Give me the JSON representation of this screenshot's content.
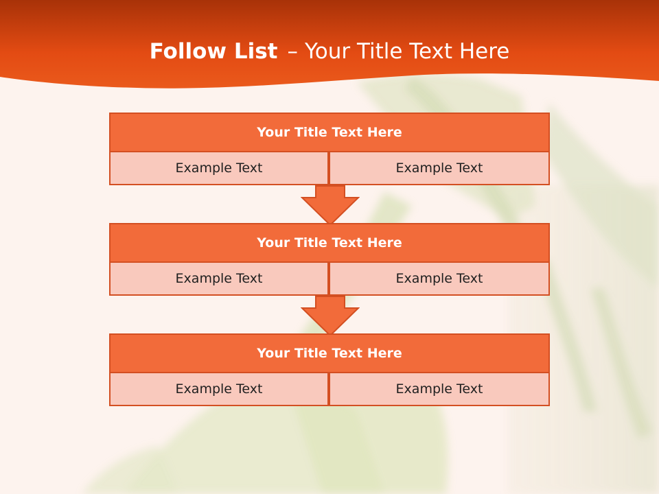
{
  "slide": {
    "title_bold": "Follow List",
    "title_separator": "–",
    "title_rest": "Your Title Text Here"
  },
  "blocks": [
    {
      "title": "Your Title Text Here",
      "left": "Example Text",
      "right": "Example Text"
    },
    {
      "title": "Your Title Text Here",
      "left": "Example Text",
      "right": "Example Text"
    },
    {
      "title": "Your Title Text Here",
      "left": "Example Text",
      "right": "Example Text"
    }
  ],
  "colors": {
    "header": "#e34b13",
    "block_title": "#f26b3a",
    "block_cell": "#f9c9bd",
    "border": "#d34f22",
    "background": "#fdf3ee"
  },
  "icons": {
    "connector": "down-arrow-icon"
  }
}
